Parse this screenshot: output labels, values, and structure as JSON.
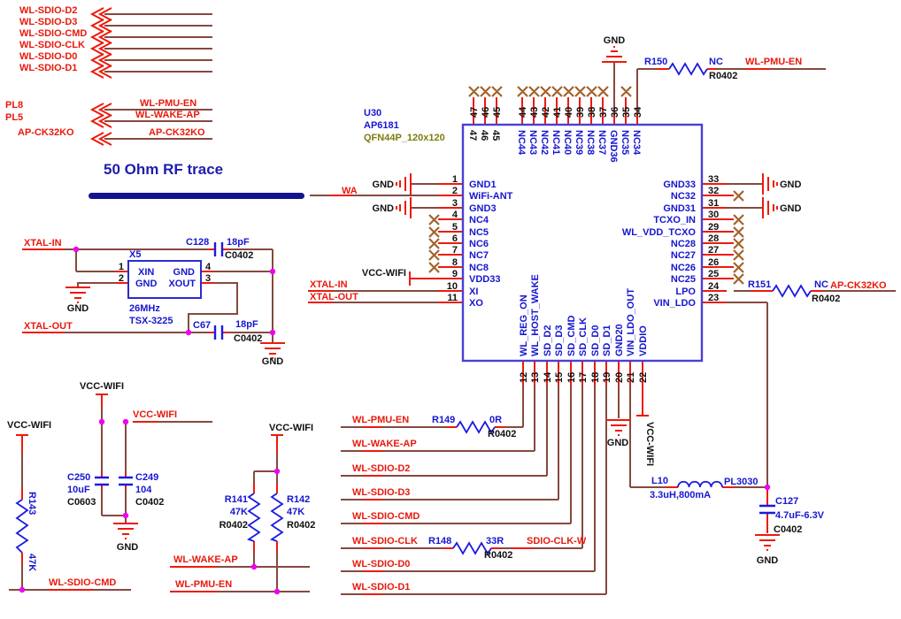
{
  "rf": {
    "title": "50 Ohm RF trace"
  },
  "ports": {
    "pl8": "PL8",
    "pl5": "PL5",
    "apck": "AP-CK32KO"
  },
  "nets": {
    "d2": "WL-SDIO-D2",
    "d3": "WL-SDIO-D3",
    "cmd": "WL-SDIO-CMD",
    "clk": "WL-SDIO-CLK",
    "d0": "WL-SDIO-D0",
    "d1": "WL-SDIO-D1",
    "pmu": "WL-PMU-EN",
    "wake": "WL-WAKE-AP",
    "ck32": "AP-CK32KO",
    "xin": "XTAL-IN",
    "xout": "XTAL-OUT",
    "wa": "WA",
    "vcc": "VCC-WIFI",
    "gnd": "GND",
    "clkw": "SDIO-CLK-W"
  },
  "chip": {
    "ref": "U30",
    "part": "AP6181",
    "pkg": "QFN44P_120x120",
    "left": [
      {
        "n": "1",
        "label": "GND1"
      },
      {
        "n": "2",
        "label": "WiFi-ANT"
      },
      {
        "n": "3",
        "label": "GND3"
      },
      {
        "n": "4",
        "label": "NC4"
      },
      {
        "n": "5",
        "label": "NC5"
      },
      {
        "n": "6",
        "label": "NC6"
      },
      {
        "n": "7",
        "label": "NC7"
      },
      {
        "n": "8",
        "label": "NC8"
      },
      {
        "n": "9",
        "label": "VDD33"
      },
      {
        "n": "10",
        "label": "XI"
      },
      {
        "n": "11",
        "label": "XO"
      }
    ],
    "right": [
      {
        "n": "33",
        "label": "GND33"
      },
      {
        "n": "32",
        "label": "NC32"
      },
      {
        "n": "31",
        "label": "GND31"
      },
      {
        "n": "30",
        "label": "TCXO_IN"
      },
      {
        "n": "29",
        "label": "WL_VDD_TCXO"
      },
      {
        "n": "28",
        "label": "NC28"
      },
      {
        "n": "27",
        "label": "NC27"
      },
      {
        "n": "26",
        "label": "NC26"
      },
      {
        "n": "25",
        "label": "NC25"
      },
      {
        "n": "24",
        "label": "LPO"
      },
      {
        "n": "23",
        "label": "VIN_LDO"
      }
    ],
    "top": [
      {
        "n": "47",
        "label": "47"
      },
      {
        "n": "46",
        "label": "46"
      },
      {
        "n": "45",
        "label": "45"
      },
      {
        "n": "44",
        "label": "NC44"
      },
      {
        "n": "43",
        "label": "NC43"
      },
      {
        "n": "42",
        "label": "NC42"
      },
      {
        "n": "41",
        "label": "NC41"
      },
      {
        "n": "40",
        "label": "NC40"
      },
      {
        "n": "39",
        "label": "NC39"
      },
      {
        "n": "38",
        "label": "NC38"
      },
      {
        "n": "37",
        "label": "NC37"
      },
      {
        "n": "36",
        "label": "GND36"
      },
      {
        "n": "35",
        "label": "NC35"
      },
      {
        "n": "34",
        "label": "NC34"
      }
    ],
    "bottom": [
      {
        "n": "12",
        "label": "WL_REG_ON"
      },
      {
        "n": "13",
        "label": "WL_HOST_WAKE"
      },
      {
        "n": "14",
        "label": "SD_D2"
      },
      {
        "n": "15",
        "label": "SD_D3"
      },
      {
        "n": "16",
        "label": "SD_CMD"
      },
      {
        "n": "17",
        "label": "SD_CLK"
      },
      {
        "n": "18",
        "label": "SD_D0"
      },
      {
        "n": "19",
        "label": "SD_D1"
      },
      {
        "n": "20",
        "label": "GND20"
      },
      {
        "n": "21",
        "label": "VIN_LDO_OUT"
      },
      {
        "n": "22",
        "label": "VDDIO"
      }
    ]
  },
  "crystal": {
    "ref": "X5",
    "xin": "XIN",
    "xout": "XOUT",
    "gnd": "GND",
    "freq": "26MHz",
    "part": "TSX-3225",
    "p1": "1",
    "p2": "2",
    "p3": "3",
    "p4": "4"
  },
  "parts": {
    "c128": {
      "ref": "C128",
      "val": "18pF",
      "pkg": "C0402"
    },
    "c67": {
      "ref": "C67",
      "val": "18pF",
      "pkg": "C0402"
    },
    "c250": {
      "ref": "C250",
      "val": "10uF",
      "pkg": "C0603"
    },
    "c249": {
      "ref": "C249",
      "val": "104",
      "pkg": "C0402"
    },
    "c127": {
      "ref": "C127",
      "val": "4.7uF-6.3V",
      "pkg": "C0402"
    },
    "r150": {
      "ref": "R150",
      "val": "NC",
      "pkg": "R0402"
    },
    "r151": {
      "ref": "R151",
      "val": "NC",
      "pkg": "R0402"
    },
    "r149": {
      "ref": "R149",
      "val": "0R",
      "pkg": "R0402"
    },
    "r148": {
      "ref": "R148",
      "val": "33R",
      "pkg": "R0402"
    },
    "r141": {
      "ref": "R141",
      "val": "47K",
      "pkg": "R0402"
    },
    "r142": {
      "ref": "R142",
      "val": "47K",
      "pkg": "R0402"
    },
    "r143": {
      "ref": "R143",
      "val": "47K"
    },
    "l10": {
      "ref": "L10",
      "val": "3.3uH,800mA",
      "pkg": "PL3030"
    }
  },
  "colors": {
    "wire": "#87493f",
    "pin_stub": "#ed1a0b",
    "net_label": "#e8190c",
    "component_blue": "#1616d1",
    "package_olive": "#7d7d10",
    "junction": "#f000f0",
    "no_connect": "#a3622a",
    "rf_bar": "#14148e",
    "chip_border": "#4a3fd6"
  }
}
